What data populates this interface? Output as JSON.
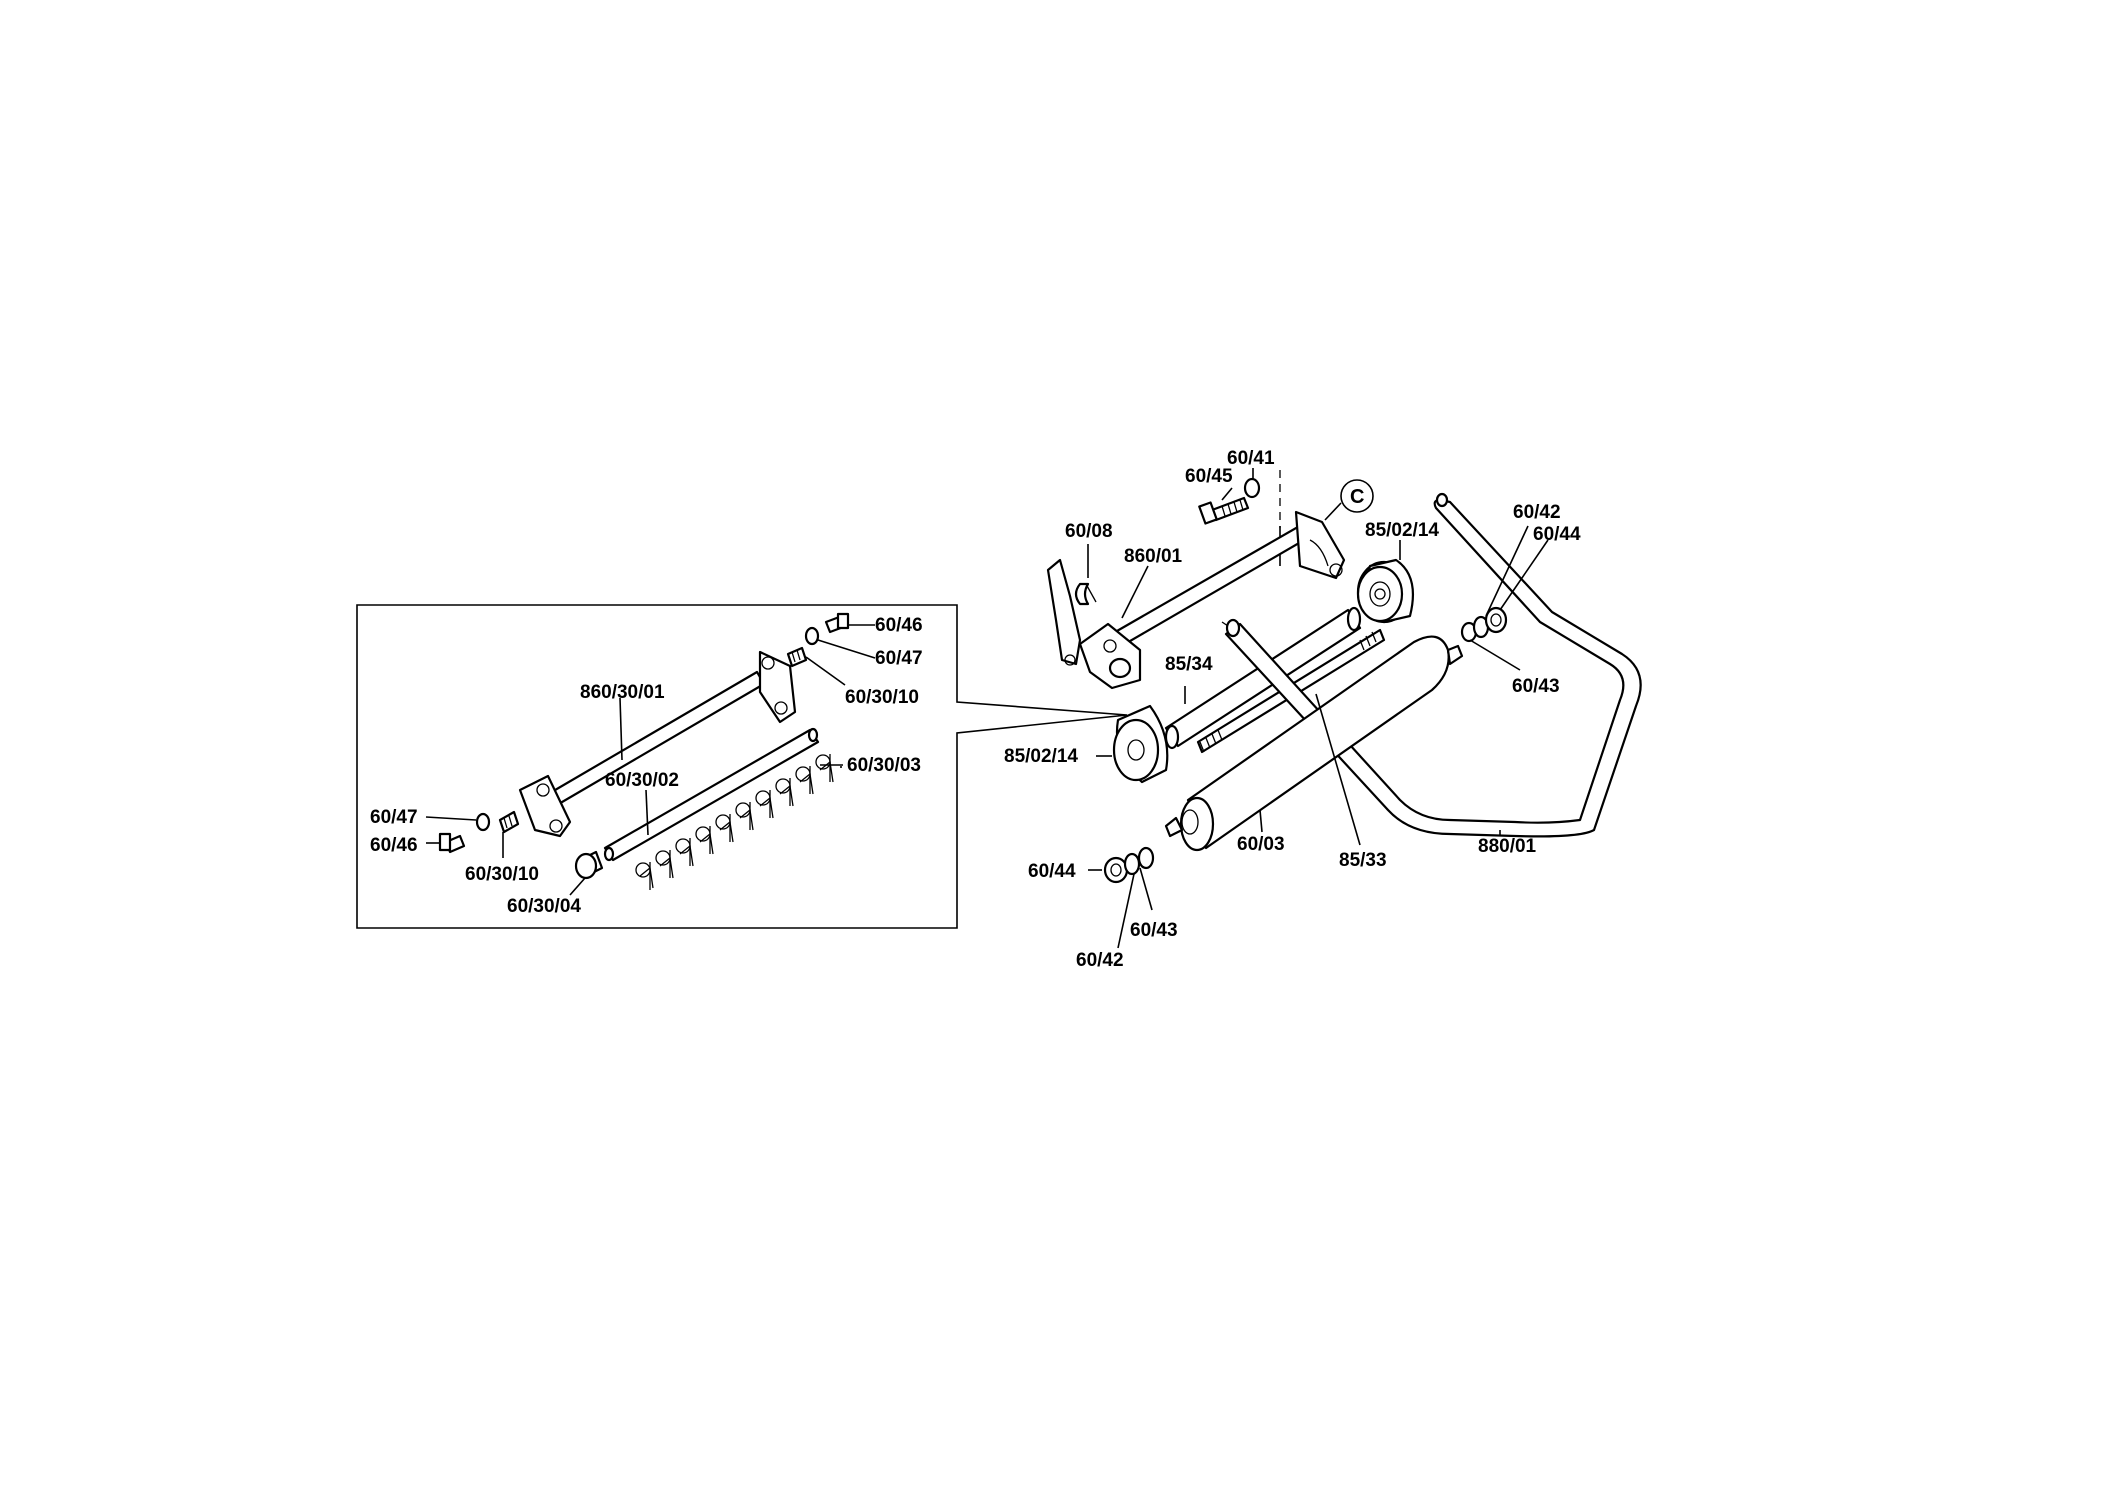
{
  "labels": {
    "p60_41": "60/41",
    "p60_45": "60/45",
    "callout_c": "C",
    "p60_08": "60/08",
    "p860_01": "860/01",
    "p85_02_14_top": "85/02/14",
    "p60_42_top": "60/42",
    "p60_44_top": "60/44",
    "p85_34": "85/34",
    "p60_43_right": "60/43",
    "p85_02_14_mid": "85/02/14",
    "p60_03": "60/03",
    "p85_33": "85/33",
    "p880_01": "880/01",
    "p60_44_bottom": "60/44",
    "p60_43_bottom": "60/43",
    "p60_42_bottom": "60/42",
    "inset_60_46_top": "60/46",
    "inset_60_47_top": "60/47",
    "inset_860_30_01": "860/30/01",
    "inset_60_30_10_top": "60/30/10",
    "inset_60_30_02": "60/30/02",
    "inset_60_30_03": "60/30/03",
    "inset_60_47_left": "60/47",
    "inset_60_46_left": "60/46",
    "inset_60_30_10_bottom": "60/30/10",
    "inset_60_30_04": "60/30/04"
  }
}
